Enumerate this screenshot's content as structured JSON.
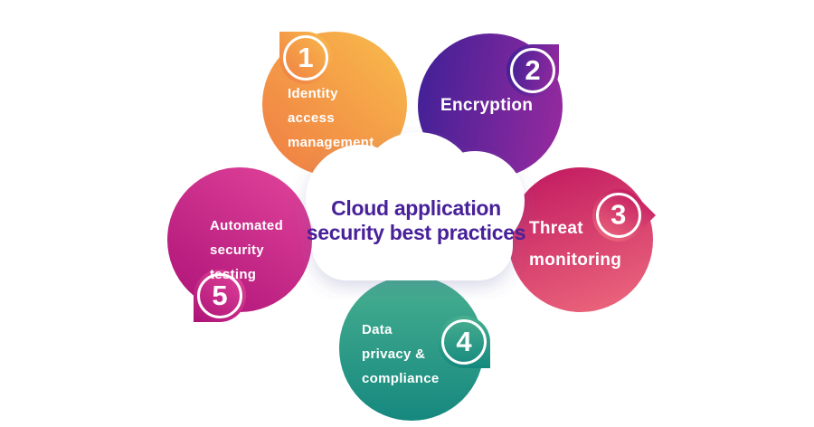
{
  "figure": {
    "title_line1": "Cloud application",
    "title_line2": "security best practices",
    "title_color": "#482199",
    "background": "#FFFFFF",
    "cloud_color": "#FFFFFF"
  },
  "items": [
    {
      "number": "1",
      "label": "Identity access management",
      "lines": [
        "Identity",
        "access",
        "management"
      ],
      "gradient": {
        "angle": 225,
        "from": "#F9BC4B",
        "to": "#EF7C44"
      }
    },
    {
      "number": "2",
      "label": "Encryption",
      "lines": [
        "Encryption"
      ],
      "gradient": {
        "angle": 100,
        "from": "#3E2096",
        "to": "#9A2A9F"
      }
    },
    {
      "number": "3",
      "label": "Threat monitoring",
      "lines": [
        "Threat",
        "monitoring"
      ],
      "gradient": {
        "angle": 160,
        "from": "#C0175F",
        "to": "#EE6B7E"
      }
    },
    {
      "number": "4",
      "label": "Data privacy & compliance",
      "lines": [
        "Data",
        "privacy &",
        "compliance"
      ],
      "gradient": {
        "angle": 180,
        "from": "#48AF90",
        "to": "#15887E"
      }
    },
    {
      "number": "5",
      "label": "Automated security testing",
      "lines": [
        "Automated",
        "security",
        "testing"
      ],
      "gradient": {
        "angle": 215,
        "from": "#E2459B",
        "to": "#AC1277"
      }
    }
  ]
}
